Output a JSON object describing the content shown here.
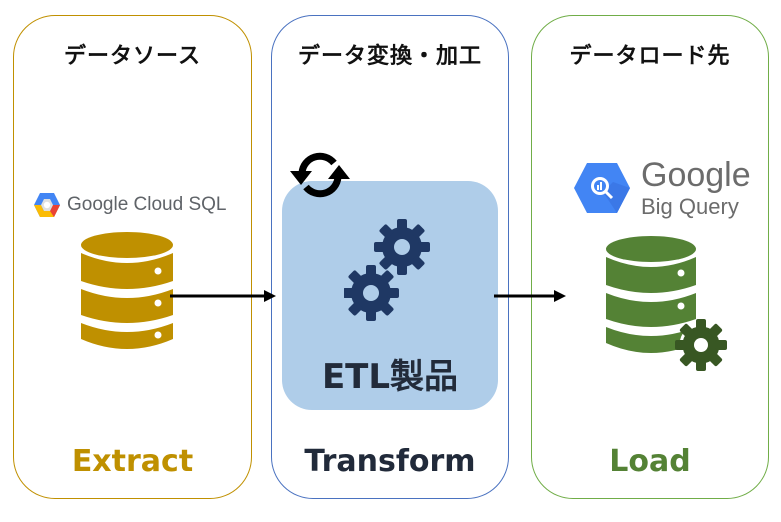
{
  "diagram": {
    "stages": [
      {
        "key": "extract",
        "title": "データソース",
        "footer": "Extract",
        "logo_text": "Google Cloud SQL",
        "icon": "database-icon",
        "color": "#bf9000"
      },
      {
        "key": "transform",
        "title": "データ変換・加工",
        "footer": "Transform",
        "box_label": "ETL製品",
        "icon": "gears-icon",
        "badge_icon": "sync-icon",
        "color": "#1f3864"
      },
      {
        "key": "load",
        "title": "データロード先",
        "footer": "Load",
        "logo_text_main": "Google",
        "logo_text_sub": "Big Query",
        "icon": "database-gear-icon",
        "color": "#548235"
      }
    ],
    "arrows": [
      {
        "from": "extract",
        "to": "transform"
      },
      {
        "from": "transform",
        "to": "load"
      }
    ],
    "colors": {
      "extract_border": "#c09000",
      "transform_border": "#4a72c0",
      "load_border": "#70ad47",
      "etl_box_fill": "#afcde9",
      "gear_dark": "#1f3864",
      "load_gear": "#385723"
    }
  }
}
